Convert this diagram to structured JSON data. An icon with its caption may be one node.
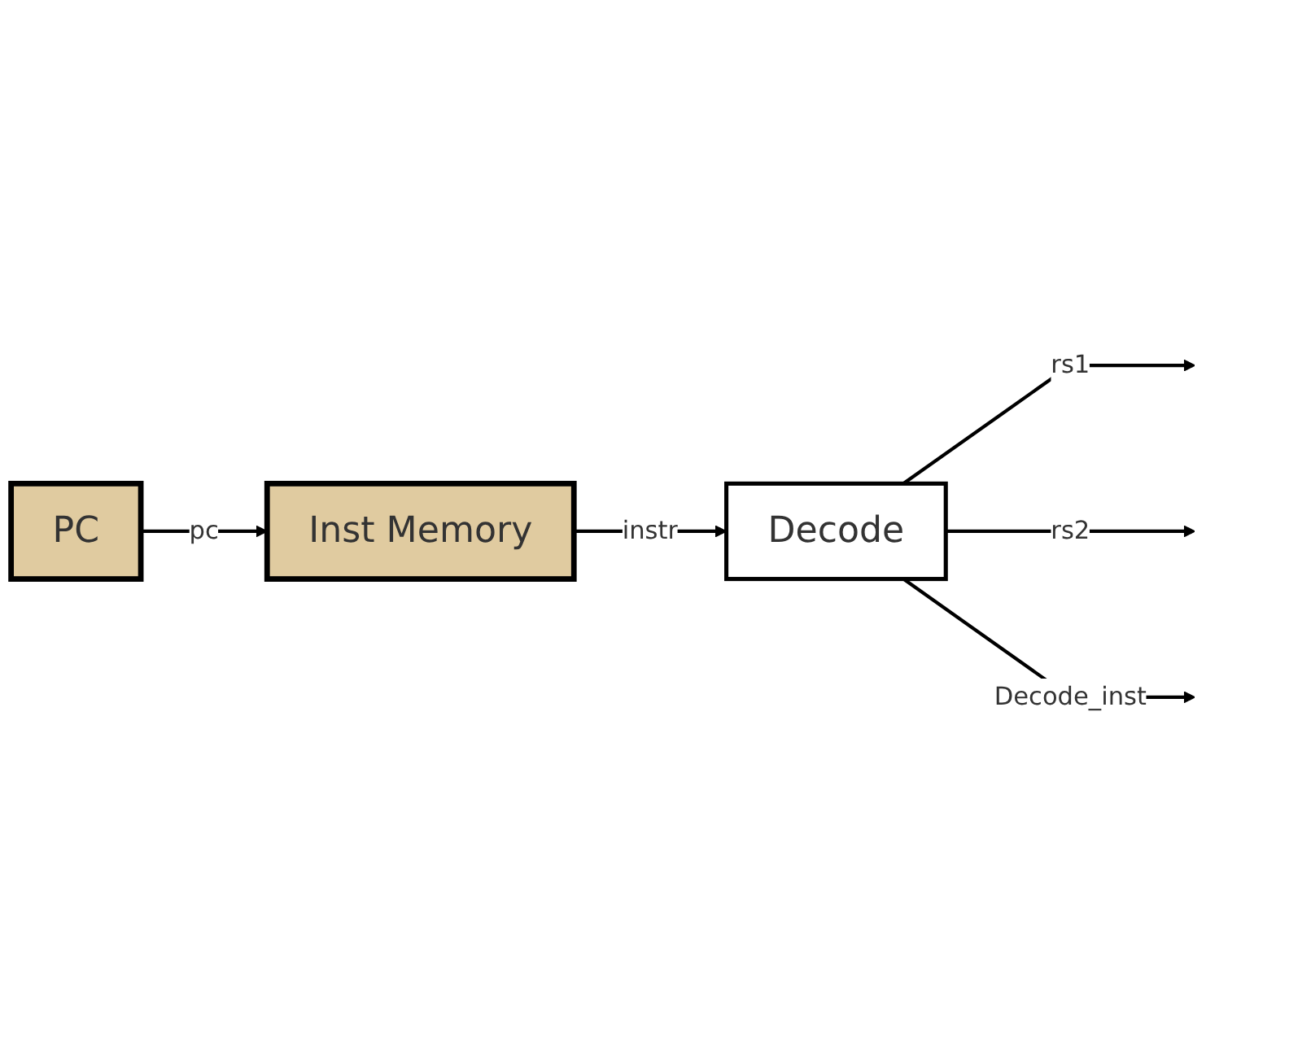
{
  "diagram": {
    "nodes": [
      {
        "text": [
          "PC"
        ]
      },
      {
        "text": [
          "Inst Memory"
        ]
      },
      {
        "text": [
          "Decode"
        ]
      }
    ],
    "edges": [
      {
        "from": 0,
        "to": 1,
        "label": "pc",
        "arrow": "to"
      },
      {
        "from": 1,
        "to": 2,
        "label": "instr",
        "arrow": "to"
      },
      {
        "from": 2,
        "to": null,
        "label": "rs1",
        "arrow": "to"
      },
      {
        "from": 2,
        "to": null,
        "label": "rs2",
        "arrow": "to"
      },
      {
        "from": 2,
        "to": null,
        "label": "Decode_inst",
        "arrow": "to"
      }
    ]
  }
}
